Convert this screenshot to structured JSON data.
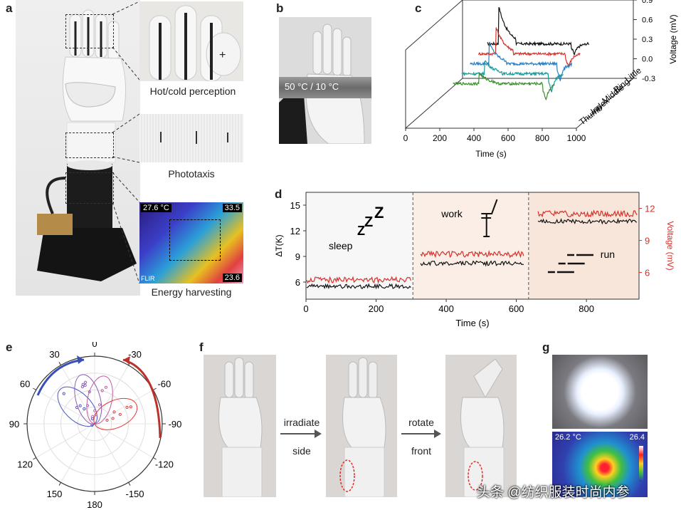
{
  "panels": {
    "a": "a",
    "b": "b",
    "c": "c",
    "d": "d",
    "e": "e",
    "f": "f",
    "g": "g"
  },
  "panel_a": {
    "caption_hot_cold": "Hot/cold perception",
    "caption_phototaxis": "Phototaxis",
    "caption_energy": "Energy harvesting",
    "thermal_temp": "27.6 °C",
    "thermal_max": "33.5",
    "thermal_min": "23.6",
    "flir_logo": "FLIR"
  },
  "panel_b": {
    "temp_label": "50 °C / 10 °C"
  },
  "panel_f": {
    "arrow1_top": "irradiate",
    "arrow1_bottom": "side",
    "arrow2_top": "rotate",
    "arrow2_bottom": "front"
  },
  "panel_g": {
    "thermal_temp": "26.2 °C",
    "thermal_max": "26.4"
  },
  "watermark": {
    "text": "头条 @纺织服装时尚内参"
  },
  "colors": {
    "black": "#111111",
    "red": "#d7302a",
    "blue": "#2a7fc4",
    "cyan": "#1a9a9a",
    "green": "#3b8f2e",
    "sleep_bg": "#f7f7f7",
    "work_bg": "#fbeee6",
    "run_bg": "#f8e6da"
  },
  "chart_data": [
    {
      "id": "c",
      "type": "line",
      "xlabel": "Time (s)",
      "ylabel": "Voltage (mV)",
      "x_ticks": [
        0,
        200,
        400,
        600,
        800,
        1000
      ],
      "y_ticks": [
        -0.3,
        0.0,
        0.3,
        0.6,
        0.9
      ],
      "ylim": [
        -0.3,
        0.9
      ],
      "xlim": [
        0,
        1000
      ],
      "depth_labels": [
        "Thumb",
        "Index",
        "Middle",
        "Ring",
        "Little"
      ],
      "series": [
        {
          "name": "Little",
          "color": "#111111",
          "baseline": 0.0,
          "events": [
            {
              "t": 380,
              "peak": 0.7
            },
            {
              "t": 880,
              "peak": -0.2
            }
          ]
        },
        {
          "name": "Ring",
          "color": "#d7302a",
          "baseline": 0.0,
          "events": [
            {
              "t": 420,
              "peak": 0.5
            },
            {
              "t": 900,
              "peak": -0.25
            }
          ]
        },
        {
          "name": "Middle",
          "color": "#2a7fc4",
          "baseline": 0.0,
          "events": [
            {
              "t": 430,
              "peak": 0.4
            },
            {
              "t": 900,
              "peak": -0.3
            }
          ]
        },
        {
          "name": "Index",
          "color": "#1a9a9a",
          "baseline": 0.0,
          "events": [
            {
              "t": 460,
              "peak": 0.25
            },
            {
              "t": 900,
              "peak": -0.35
            }
          ]
        },
        {
          "name": "Thumb",
          "color": "#3b8f2e",
          "baseline": 0.0,
          "events": [
            {
              "t": 480,
              "peak": 0.2
            },
            {
              "t": 920,
              "peak": -0.3
            }
          ]
        }
      ]
    },
    {
      "id": "d",
      "type": "line",
      "xlabel": "Time (s)",
      "ylabel_left": "ΔT(K)",
      "ylabel_right": "Voltage (mV)",
      "xlim": [
        0,
        950
      ],
      "ylim_left": [
        4,
        16.5
      ],
      "ylim_right": [
        3.5,
        13.5
      ],
      "x_ticks": [
        0,
        200,
        400,
        600,
        800
      ],
      "y_ticks_left": [
        6,
        9,
        12,
        15
      ],
      "y_ticks_right": [
        6,
        9,
        12
      ],
      "dividers": [
        305,
        635
      ],
      "annotations": {
        "sleep": "sleep",
        "work": "work",
        "run": "run"
      },
      "segments": [
        {
          "t0": 0,
          "t1": 305,
          "deltaT": 5.5,
          "voltage": 5.3
        },
        {
          "t0": 325,
          "t1": 625,
          "deltaT": 8.2,
          "voltage": 7.7
        },
        {
          "t0": 660,
          "t1": 950,
          "deltaT": 13.1,
          "voltage": 11.5
        }
      ],
      "series": [
        {
          "name": "ΔT",
          "color": "#111111"
        },
        {
          "name": "Voltage",
          "color": "#d7302a"
        }
      ]
    },
    {
      "id": "e",
      "type": "scatter",
      "angle_labels": [
        0,
        -30,
        -60,
        -90,
        -120,
        -150,
        180,
        150,
        120,
        90,
        60,
        30
      ],
      "lobes": [
        {
          "angle": 45,
          "length": 0.72,
          "width": 0.2,
          "color": "#4a55c8"
        },
        {
          "angle": 15,
          "length": 0.75,
          "width": 0.18,
          "color": "#8a5fb8"
        },
        {
          "angle": -12,
          "length": 0.72,
          "width": 0.18,
          "color": "#c85aa0"
        },
        {
          "angle": -65,
          "length": 0.68,
          "width": 0.2,
          "color": "#e23a3a"
        }
      ]
    }
  ]
}
